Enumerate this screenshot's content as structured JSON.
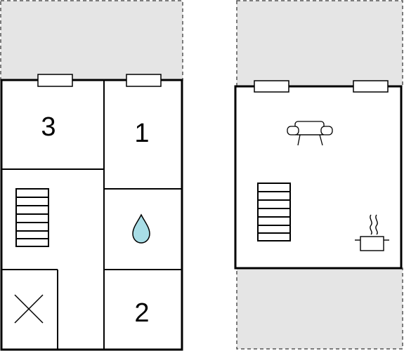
{
  "floor_plan": {
    "left_floor": {
      "rooms": [
        {
          "label": "3",
          "type": "bedroom"
        },
        {
          "label": "1",
          "type": "bedroom"
        },
        {
          "label": "2",
          "type": "bedroom"
        }
      ],
      "icons": [
        "stairs-icon",
        "water-drop-icon",
        "cross-icon"
      ]
    },
    "right_floor": {
      "icons": [
        "sofa-icon",
        "stairs-icon",
        "cooking-pot-icon"
      ]
    },
    "colors": {
      "wall": "#000000",
      "terrace_fill": "#e5e5e5",
      "terrace_border": "#555555",
      "water": "#a8dde6",
      "background": "#ffffff"
    }
  }
}
